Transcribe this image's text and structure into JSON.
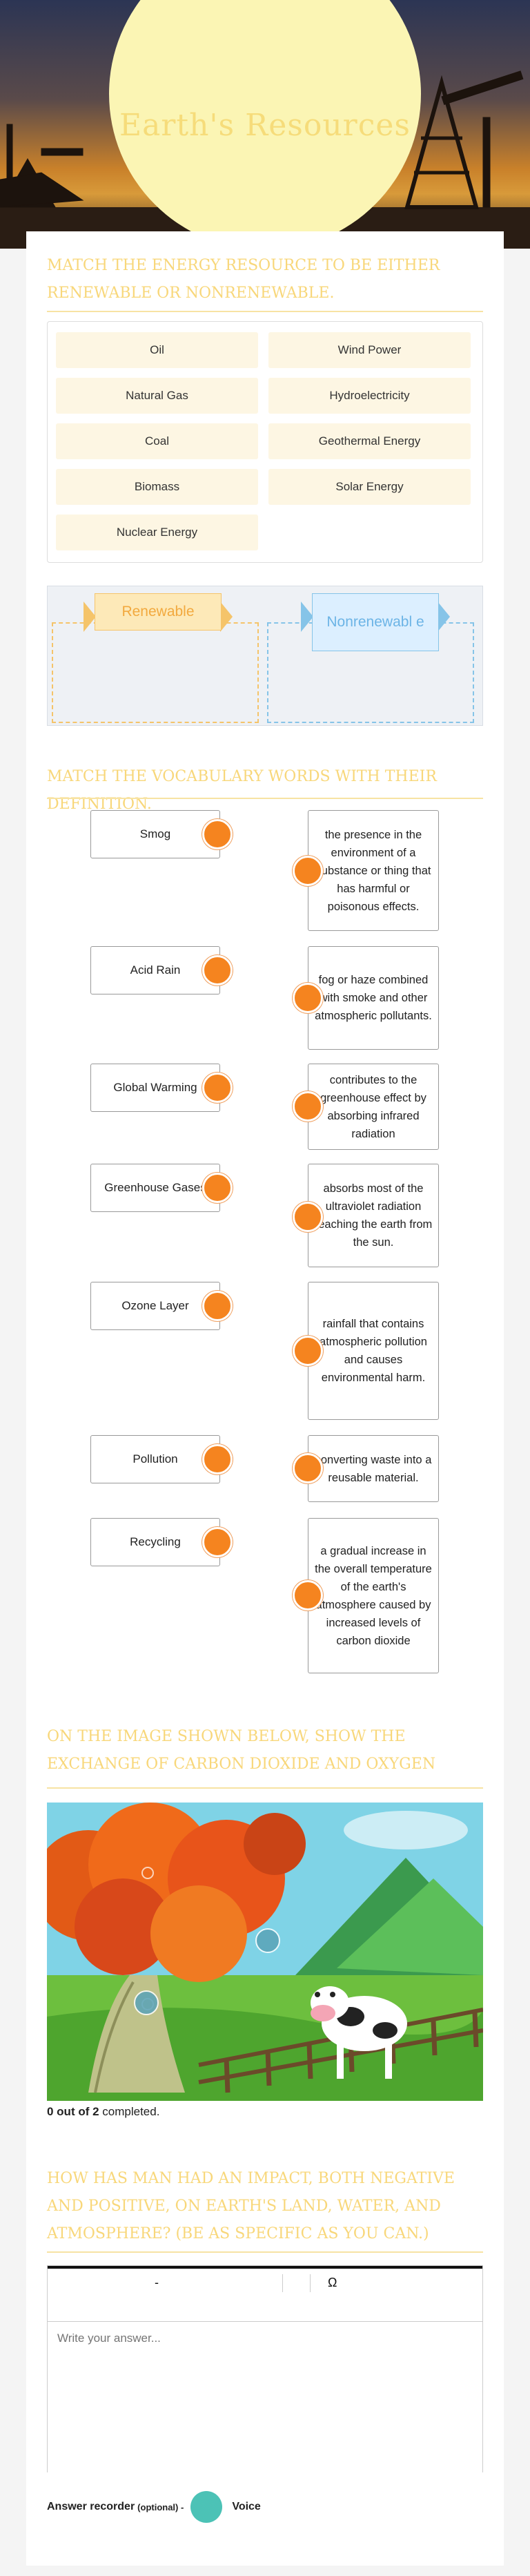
{
  "hero": {
    "title": "Earth's Resources"
  },
  "q1": {
    "title": "Match the energy resource to be either renewable or nonrenewable.",
    "items": [
      "Oil",
      "Wind Power",
      "Natural Gas",
      "Hydroelectricity",
      "Coal",
      "Geothermal Energy",
      "Biomass",
      "Solar Energy",
      "Nuclear Energy"
    ],
    "bins": {
      "renewable": "Renewable",
      "nonrenewable": "Nonrenewabl e"
    }
  },
  "q2": {
    "title": "Match the vocabulary words with their definition.",
    "terms": [
      "Smog",
      "Acid Rain",
      "Global Warming",
      "Greenhouse Gases",
      "Ozone Layer",
      "Pollution",
      "Recycling"
    ],
    "definitions": [
      "the presence in the environment of a substance or thing that has harmful or poisonous effects.",
      "fog or haze combined with smoke and other atmospheric pollutants.",
      "contributes to the greenhouse effect by absorbing infrared radiation",
      "absorbs most of the ultraviolet radiation reaching the earth from the sun.",
      "rainfall that contains atmospheric pollution and causes environmental harm.",
      "converting waste into a reusable material.",
      "a gradual increase in the overall temperature of the earth's atmosphere caused by increased levels of carbon dioxide"
    ]
  },
  "q3": {
    "title": "On the image shown below, show the exchange of carbon dioxide and oxygen",
    "progress_count": "0 out of 2",
    "progress_suffix": " completed."
  },
  "q4": {
    "title": "How has man had an impact, both negative and positive, on Earth's land, water, and atmosphere? (Be as specific as you can.)",
    "toolbar": {
      "minus": "-",
      "omega": "Ω"
    },
    "answer_placeholder": "Write your answer...",
    "recorder_label": "Answer recorder",
    "recorder_optional": "(optional) -",
    "voice_label": "Voice"
  },
  "colors": {
    "accent_yellow": "#f8d77a",
    "dot_orange": "#f5841f",
    "renewable": "#f2a93e",
    "nonrenewable": "#6cb4e6",
    "recorder_teal": "#4cc2b6"
  }
}
